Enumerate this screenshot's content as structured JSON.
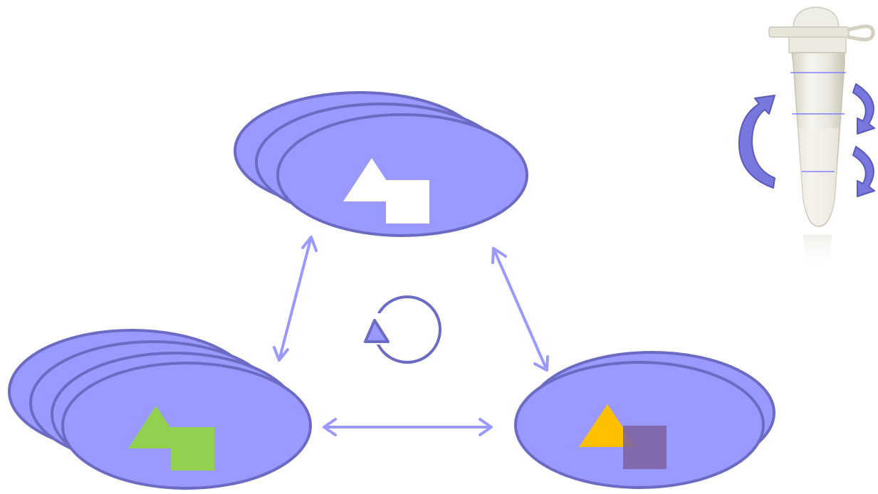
{
  "colors": {
    "ellipse_fill": "#9999ff",
    "ellipse_stroke": "#6b6bc4",
    "arrow": "#9999ff",
    "cycle": "#6b6bc4",
    "shape_white": "#ffffff",
    "shape_green": "#92d050",
    "shape_orange": "#ffc000",
    "shape_purple": "#8064a2",
    "tube_body": "#e8e6dc",
    "tube_band": "#8080ff"
  },
  "nodes": [
    {
      "id": "top",
      "stack_count": 3,
      "shape_color": "shape_white",
      "icon": "triangle-square-icon"
    },
    {
      "id": "bottom-left",
      "stack_count": 4,
      "shape_color": "shape_green",
      "icon": "triangle-square-icon"
    },
    {
      "id": "bottom-right",
      "stack_count": 2,
      "shape_color": "shape_orange",
      "icon": "triangle-square-icon"
    }
  ],
  "connections": [
    {
      "from": "top",
      "to": "bottom-left",
      "style": "double-arrow"
    },
    {
      "from": "top",
      "to": "bottom-right",
      "style": "double-arrow"
    },
    {
      "from": "bottom-left",
      "to": "bottom-right",
      "style": "double-arrow"
    }
  ],
  "center_symbol": "cycle-arrow-icon",
  "corner_image": "microcentrifuge-tube-icon"
}
